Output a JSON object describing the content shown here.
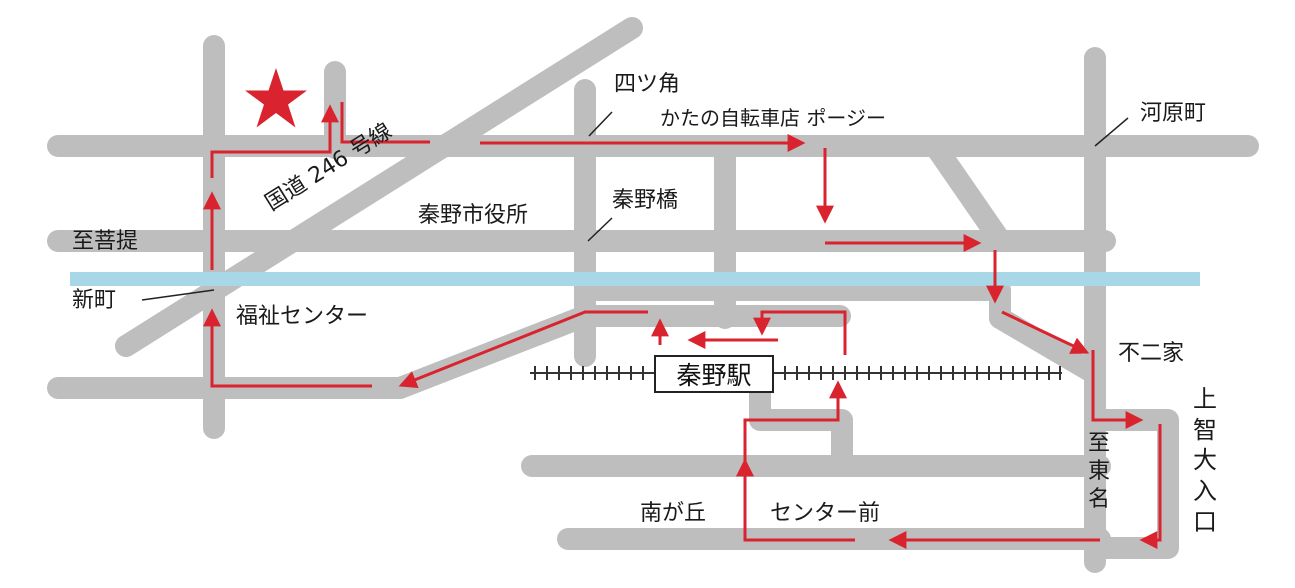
{
  "colors": {
    "road": "#bebebe",
    "river": "#a8d8e8",
    "route": "#d9232e",
    "star": "#d9232e",
    "rail": "#333333",
    "text": "#1a1a1a"
  },
  "labels": {
    "yotsukado": "四ツ角",
    "bicycle_shop": "かたの自転車店  ポージー",
    "kawaramachi": "河原町",
    "route246": "国道 246 号線",
    "city_hall": "秦野市役所",
    "hadano_bridge": "秦野橋",
    "to_bodai": "至菩提",
    "shinmachi": "新町",
    "welfare_center": "福祉センター",
    "fujiya": "不二家",
    "hadano_station": "秦野駅",
    "sophia_entrance": "上智大入口",
    "to_tomei": "至東名",
    "minamigaoka": "南が丘",
    "center_mae": "センター前"
  },
  "icons": {
    "destination": "star-icon",
    "direction": "arrow-icon"
  }
}
